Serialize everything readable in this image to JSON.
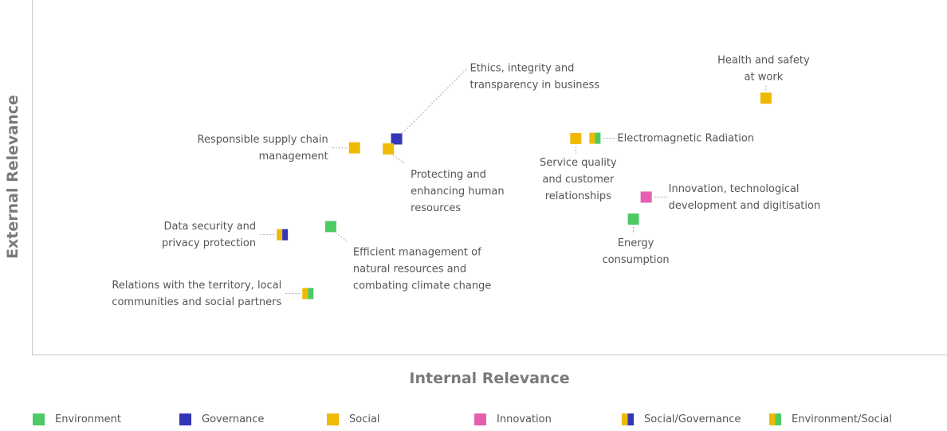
{
  "colors": {
    "environment": "#4ec963",
    "governance": "#3535b8",
    "social": "#efba05",
    "innovation": "#e45faf",
    "axis": "#c9c9c9",
    "leader": "#aaaaaa",
    "text": "#555555"
  },
  "chart_data": {
    "type": "scatter",
    "title": "",
    "xlabel": "Internal Relevance",
    "ylabel": "External Relevance",
    "xlim": [
      0,
      100
    ],
    "ylim": [
      0,
      100
    ],
    "grid": false,
    "legend_position": "bottom",
    "categories": [
      {
        "key": "environment",
        "label": "Environment",
        "colors": [
          "#4ec963"
        ]
      },
      {
        "key": "governance",
        "label": "Governance",
        "colors": [
          "#3535b8"
        ]
      },
      {
        "key": "social",
        "label": "Social",
        "colors": [
          "#efba05"
        ]
      },
      {
        "key": "innovation",
        "label": "Innovation",
        "colors": [
          "#e45faf"
        ]
      },
      {
        "key": "social_governance",
        "label": "Social/Governance",
        "colors": [
          "#efba05",
          "#3535b8"
        ]
      },
      {
        "key": "environment_social",
        "label": "Environment/Social",
        "colors": [
          "#efba05",
          "#4ec963"
        ]
      }
    ],
    "points": [
      {
        "label": [
          "Health and safety",
          "at work"
        ],
        "category": "social",
        "x": 80.2,
        "y": 72.3,
        "label_side": "top"
      },
      {
        "label": [
          "Ethics, integrity and",
          "transparency in business"
        ],
        "category": "governance",
        "x": 39.8,
        "y": 60.8,
        "label_side": "top-right"
      },
      {
        "label": [
          "Responsible supply chain",
          "management"
        ],
        "category": "social",
        "x": 35.2,
        "y": 58.3,
        "label_side": "left"
      },
      {
        "label": [
          "Protecting and",
          "enhancing human",
          "resources"
        ],
        "category": "social",
        "x": 38.9,
        "y": 58.0,
        "label_side": "bottom-right"
      },
      {
        "label": [
          "Service quality",
          "and customer",
          "relationships"
        ],
        "category": "social",
        "x": 59.4,
        "y": 60.9,
        "label_side": "bottom"
      },
      {
        "label": [
          "Electromagnetic Radiation"
        ],
        "category": "environment_social",
        "x": 61.5,
        "y": 61.0,
        "label_side": "right"
      },
      {
        "label": [
          "Innovation, technological",
          "development and digitisation"
        ],
        "category": "innovation",
        "x": 67.1,
        "y": 44.4,
        "label_side": "right"
      },
      {
        "label": [
          "Energy",
          "consumption"
        ],
        "category": "environment",
        "x": 65.7,
        "y": 38.2,
        "label_side": "bottom"
      },
      {
        "label": [
          "Data security and",
          "privacy protection"
        ],
        "category": "social_governance",
        "x": 27.3,
        "y": 33.8,
        "label_side": "left"
      },
      {
        "label": [
          "Efficient management of",
          "natural resources and",
          "combating climate change"
        ],
        "category": "environment",
        "x": 32.6,
        "y": 36.1,
        "label_side": "bottom-right"
      },
      {
        "label": [
          "Relations with the territory, local",
          "communities and social partners"
        ],
        "category": "environment_social",
        "x": 30.1,
        "y": 17.2,
        "label_side": "left"
      }
    ]
  }
}
